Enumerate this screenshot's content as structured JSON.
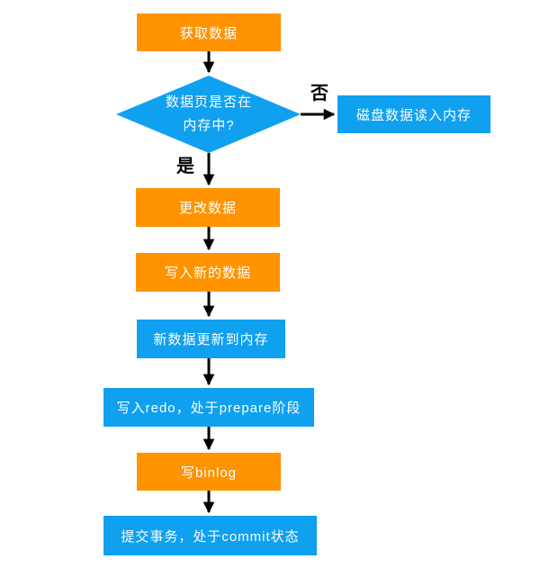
{
  "diagram_title": "MySQL update data flowchart",
  "colors": {
    "process_orange": "#FF9300",
    "process_blue": "#10A0F0",
    "arrow_black": "#000000",
    "node_text_white": "#FFFFFF",
    "edge_label_black": "#000000",
    "background": "#FFFFFF"
  },
  "nodes": {
    "get_data": {
      "label": "获取数据",
      "shape": "rect",
      "color": "orange"
    },
    "decision_in_memory": {
      "label": "数据页是否在内存中?",
      "shape": "diamond",
      "color": "blue"
    },
    "disk_read": {
      "label": "磁盘数据读入内存",
      "shape": "rect",
      "color": "blue"
    },
    "update_data": {
      "label": "更改数据",
      "shape": "rect",
      "color": "orange"
    },
    "write_new_data": {
      "label": "写入新的数据",
      "shape": "rect",
      "color": "orange"
    },
    "new_data_to_memory": {
      "label": "新数据更新到内存",
      "shape": "rect",
      "color": "blue"
    },
    "write_redo_prepare": {
      "label": "写入redo，处于prepare阶段",
      "shape": "rect",
      "color": "blue"
    },
    "write_binlog": {
      "label": "写binlog",
      "shape": "rect",
      "color": "orange"
    },
    "commit_transaction": {
      "label": "提交事务，处于commit状态",
      "shape": "rect",
      "color": "blue"
    }
  },
  "edge_labels": {
    "yes": "是",
    "no": "否"
  },
  "edges": [
    {
      "from": "get_data",
      "to": "decision_in_memory",
      "label": ""
    },
    {
      "from": "decision_in_memory",
      "to": "disk_read",
      "label": "否"
    },
    {
      "from": "decision_in_memory",
      "to": "update_data",
      "label": "是"
    },
    {
      "from": "update_data",
      "to": "write_new_data",
      "label": ""
    },
    {
      "from": "write_new_data",
      "to": "new_data_to_memory",
      "label": ""
    },
    {
      "from": "new_data_to_memory",
      "to": "write_redo_prepare",
      "label": ""
    },
    {
      "from": "write_redo_prepare",
      "to": "write_binlog",
      "label": ""
    },
    {
      "from": "write_binlog",
      "to": "commit_transaction",
      "label": ""
    }
  ]
}
